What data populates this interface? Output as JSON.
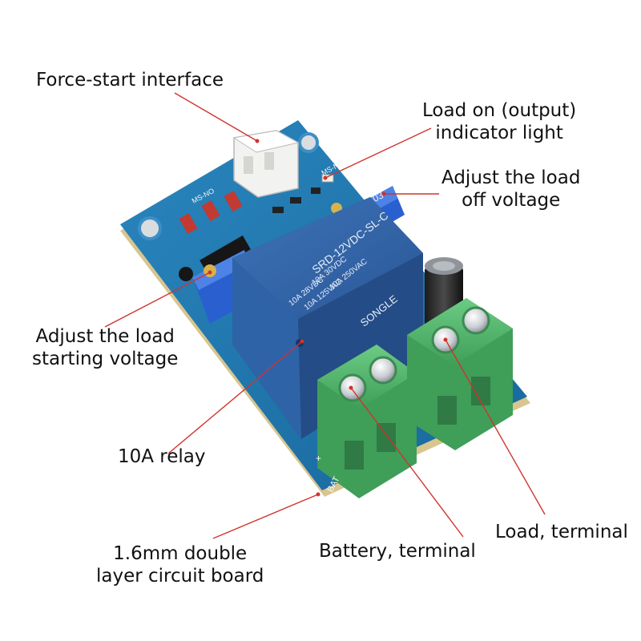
{
  "labels": {
    "force_start": [
      "Force-start interface"
    ],
    "load_on_light": [
      "Load on (output)",
      "indicator light"
    ],
    "load_off_voltage": [
      "Adjust the load",
      "off voltage"
    ],
    "start_voltage": [
      "Adjust the load",
      "starting voltage"
    ],
    "relay": [
      "10A relay"
    ],
    "circuit_board": [
      "1.6mm double",
      "layer circuit board"
    ],
    "battery_terminal": [
      "Battery, terminal"
    ],
    "load_terminal": [
      "Load, terminal"
    ]
  },
  "board_markings": {
    "relay_brand": "SONGLE",
    "relay_model": "SRD-12VDC-SL-C",
    "relay_rating_1": "10A 250VAC",
    "relay_rating_2": "10A 30VDC",
    "relay_rating_3": "10A 125VAC",
    "relay_rating_4": "10A 28VDC",
    "pot_code": "103",
    "silk_bat": "BAT",
    "silk_plus": "+",
    "silk_ms1": "MS-NO",
    "silk_ms2": "MS-NO"
  },
  "colors": {
    "pcb": "#1f78b0",
    "relay": "#2f63a8",
    "terminal": "#5aba73",
    "pot": "#2a5fd0",
    "leader": "#d0332e"
  }
}
